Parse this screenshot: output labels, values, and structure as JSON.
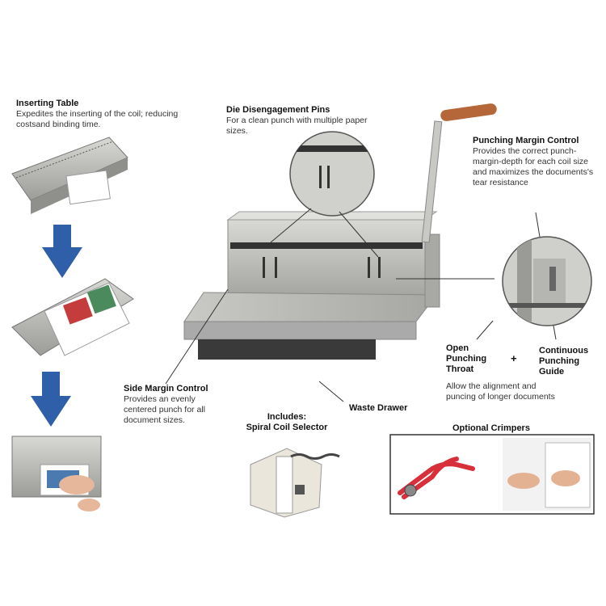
{
  "inserting_table": {
    "title": "Inserting Table",
    "desc": "Expedites the inserting of the coil; reducing costsand binding time."
  },
  "die_pins": {
    "title": "Die Disengagement Pins",
    "desc": "For a clean punch with multiple paper sizes."
  },
  "punching_margin": {
    "title": "Punching Margin Control",
    "desc": "Provides the correct punch-margin-depth for each coil size and maximizes the documents's tear resistance"
  },
  "open_throat": {
    "title": "Open Punching Throat"
  },
  "plus_sign": "+",
  "continuous_guide": {
    "title": "Continuous Punching Guide"
  },
  "throat_desc": "Allow the alignment and puncing of longer documents",
  "side_margin": {
    "title": "Side Margin Control",
    "desc": "Provides an evenly centered punch for all document sizes."
  },
  "waste_drawer": {
    "title": "Waste Drawer"
  },
  "includes": {
    "title": "Includes:",
    "subtitle": "Spiral Coil Selector"
  },
  "optional_crimpers": {
    "title": "Optional Crimpers"
  },
  "colors": {
    "arrow": "#2f5fa8",
    "handle": "#b5673a",
    "machine": "#b9b9b5",
    "crimper": "#d8303a"
  }
}
